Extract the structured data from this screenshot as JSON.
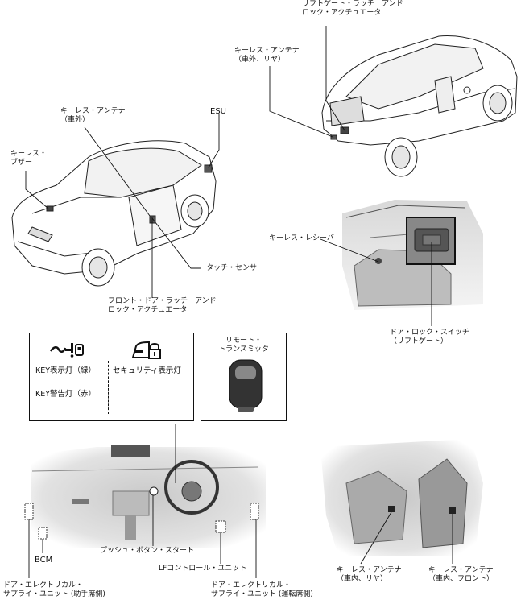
{
  "labels": {
    "liftgate_latch": "リフトゲート・ラッチ　アンド\nロック・アクチュエータ",
    "antenna_rear_ext": "キーレス・アンテナ\n（車外、リヤ）",
    "antenna_ext": "キーレス・アンテナ\n（車外）",
    "esu": "ESU",
    "buzzer": "キーレス・\nブザー",
    "touch_sensor": "タッチ・センサ",
    "front_door_latch": "フロント・ドア・ラッチ　アンド\nロック・アクチュエータ",
    "receiver": "キーレス・レシーバ",
    "door_lock_switch": "ドア・ロック・スイッチ\n（リフトゲート）",
    "remote": "リモート・\nトランスミッタ",
    "push_button": "プッシュ・ボタン・スタート",
    "lf_control": "LFコントロール・ユニット",
    "bcm": "BCM",
    "door_supply_passenger": "ドア・エレクトリカル・\nサプライ・ユニット (助手席側)",
    "door_supply_driver": "ドア・エレクトリカル・\nサプライ・ユニット (運転席側)",
    "antenna_int_rear": "キーレス・アンテナ\n（車内、リヤ）",
    "antenna_int_front": "キーレス・アンテナ\n（車内、フロント）"
  },
  "indicators": {
    "key_green": "KEY表示灯（緑）",
    "key_red": "KEY警告灯（赤）",
    "security": "セキュリティ表示灯"
  }
}
